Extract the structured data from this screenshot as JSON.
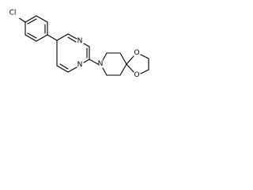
{
  "molecule": {
    "atoms": {
      "chlorine": "Cl",
      "pyrimidine_n_top": "N",
      "pyrimidine_n_bottom": "N",
      "piperidine_n": "N",
      "dioxolane_o_top": "O",
      "dioxolane_o_bottom": "O"
    }
  }
}
